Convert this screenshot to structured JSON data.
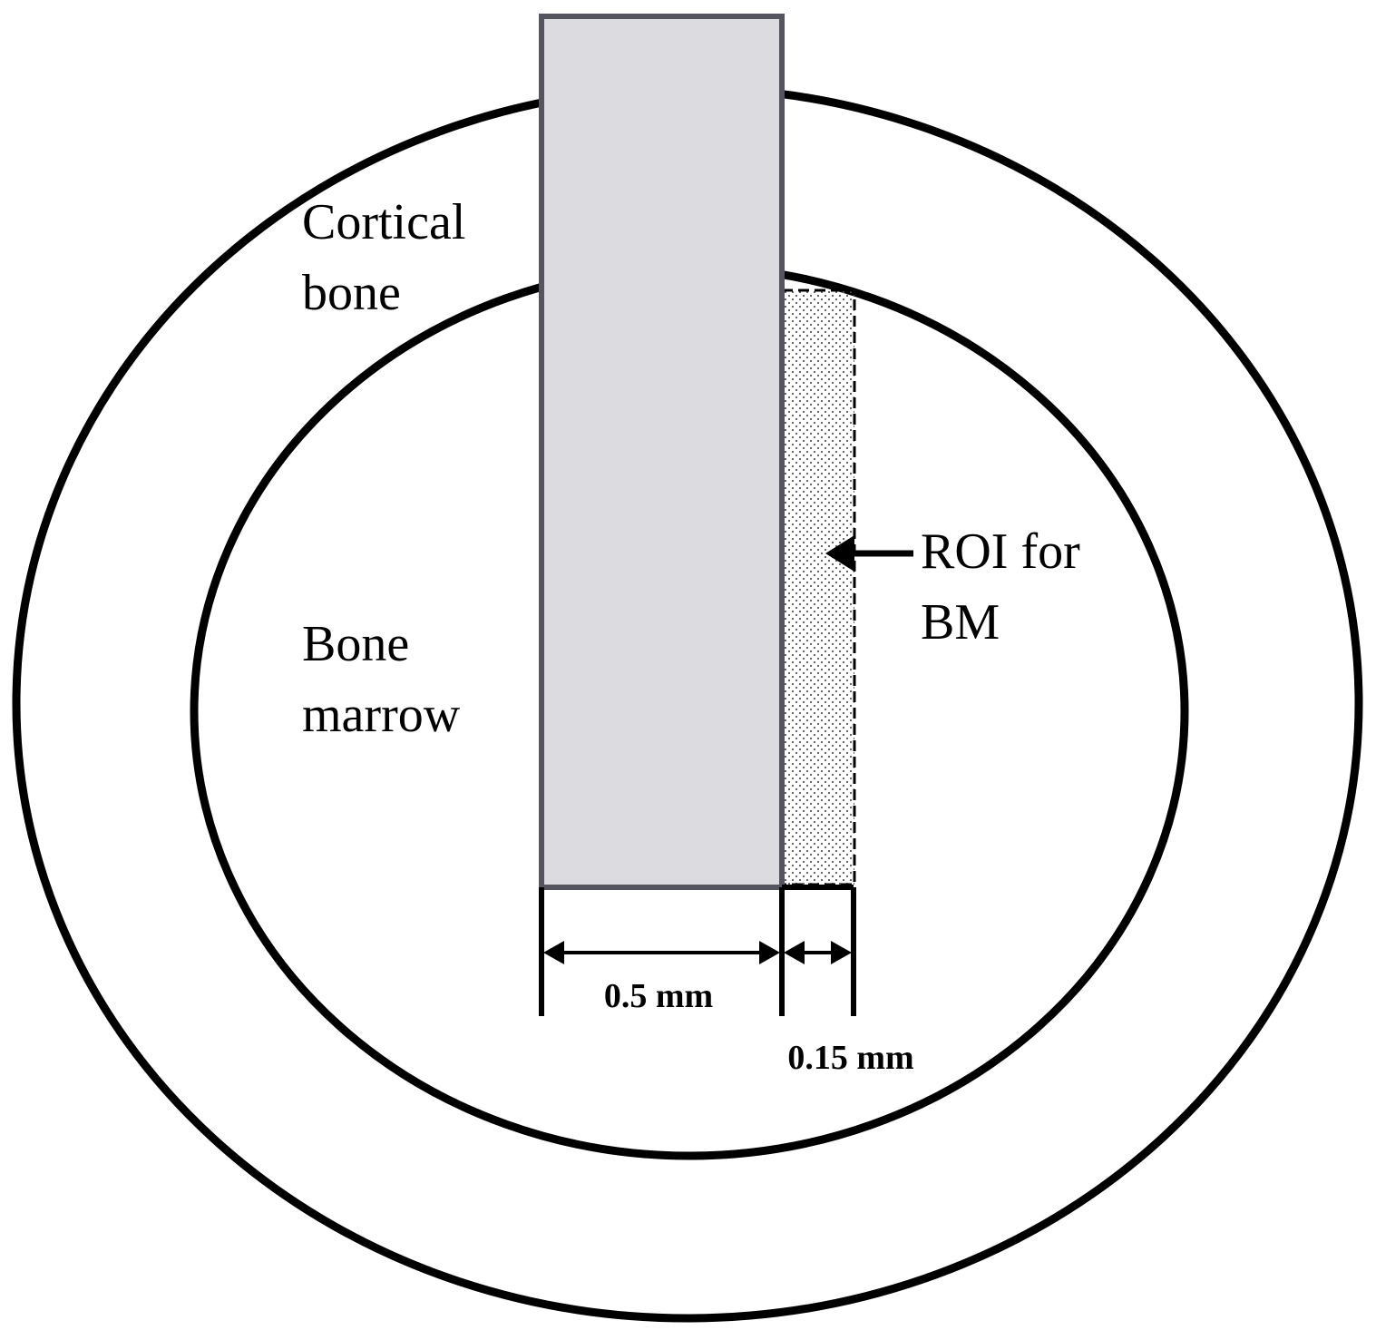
{
  "labels": {
    "cortical_line1": "Cortical",
    "cortical_line2": "bone",
    "marrow_line1": "Bone",
    "marrow_line2": "marrow",
    "roi_line1": "ROI for",
    "roi_line2": "BM"
  },
  "dimensions": {
    "implant_width": "0.5 mm",
    "roi_width": "0.15 mm"
  },
  "colors": {
    "implant_fill": "#dcdce0",
    "implant_stroke": "#555560",
    "outline": "#000000",
    "roi_dots": "#555555",
    "background": "#ffffff"
  }
}
